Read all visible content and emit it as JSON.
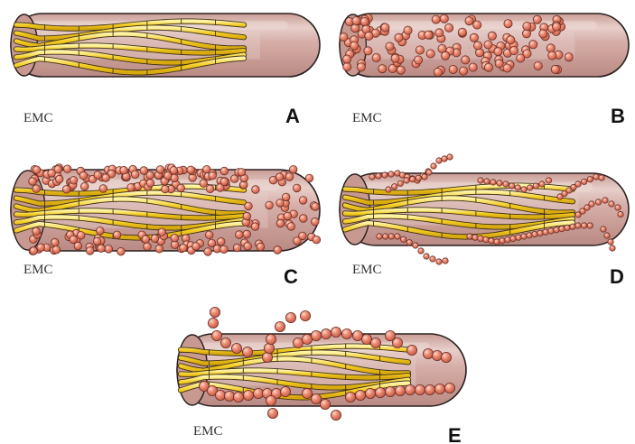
{
  "figure": {
    "credit": "EMC",
    "colors": {
      "tube_fill": "#d4aaa4",
      "tube_highlight": "#ecd8d4",
      "tube_inner": "#e9d2ce",
      "tube_outline": "#2a1f1f",
      "end_cap": "#c79990",
      "fiber": "#f5cf2a",
      "fiber_light": "#fbe98a",
      "fiber_outline": "#3b3015",
      "sphere": "#e9836c",
      "sphere_light": "#f7c1b0",
      "sphere_outline": "#6b2e24"
    },
    "panels": [
      {
        "letter": "A",
        "content": "yellow fibers"
      },
      {
        "letter": "B",
        "content": "spheres filling tube"
      },
      {
        "letter": "C",
        "content": "fibers surrounded by spheres"
      },
      {
        "letter": "D",
        "content": "fibers with chains of spheres"
      },
      {
        "letter": "E",
        "content": "fibers with chains of larger spheres"
      }
    ]
  }
}
